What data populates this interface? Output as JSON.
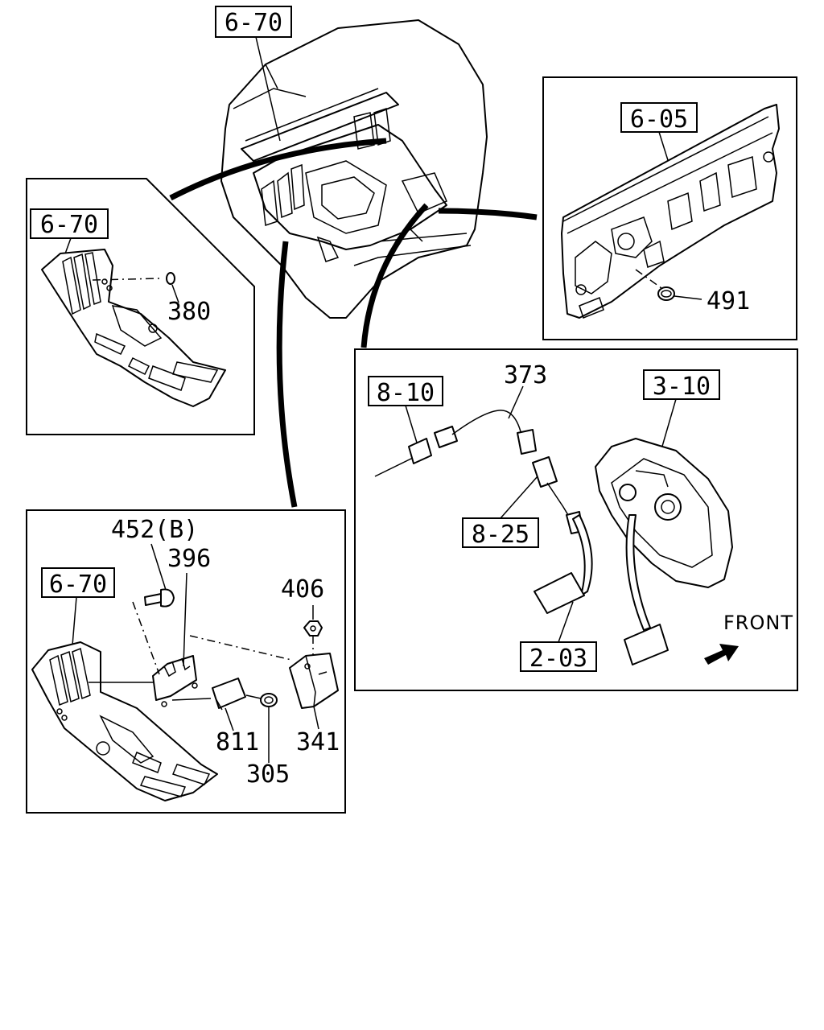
{
  "refs": {
    "top_cab": "6-70",
    "left_panel": "6-70",
    "lower_panel": "6-70",
    "dash_panel": "6-05",
    "harness": "8-10",
    "pedal_bracket": "3-10",
    "switch": "8-25",
    "pedal": "2-03"
  },
  "parts": {
    "p380": "380",
    "p491": "491",
    "p373": "373",
    "p452": "452(B)",
    "p396": "396",
    "p406": "406",
    "p811": "811",
    "p341": "341",
    "p305": "305"
  },
  "front_label": "FRONT"
}
